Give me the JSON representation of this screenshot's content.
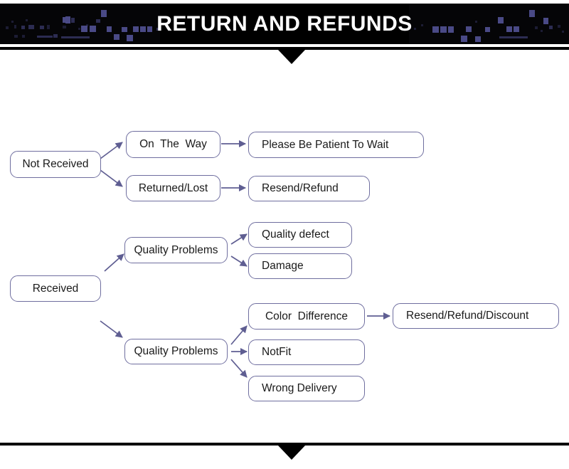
{
  "banner": {
    "title": "RETURN AND REFUNDS",
    "background_color": "#050507",
    "text_color": "#ffffff",
    "window_color": "#4a4a86"
  },
  "divider": {
    "top_rule_color": "#000000",
    "top_marker": "down-triangle",
    "bottom_rule_color": "#000000",
    "bottom_marker": "down-triangle"
  },
  "flow": {
    "node_border_color": "#6f6e9f",
    "arrow_color": "#5f5e92",
    "nodes": [
      {
        "id": "not-received",
        "label": "Not Received"
      },
      {
        "id": "on-the-way",
        "label": "On  The  Way"
      },
      {
        "id": "please-be-patient",
        "label": "Please Be Patient To Wait"
      },
      {
        "id": "returned-lost",
        "label": "Returned/Lost"
      },
      {
        "id": "resend-refund",
        "label": "Resend/Refund"
      },
      {
        "id": "received",
        "label": "Received"
      },
      {
        "id": "quality-problems-1",
        "label": "Quality Problems"
      },
      {
        "id": "quality-defect",
        "label": "Quality defect"
      },
      {
        "id": "damage",
        "label": "Damage"
      },
      {
        "id": "quality-problems-2",
        "label": "Quality Problems"
      },
      {
        "id": "color-difference",
        "label": "Color  Difference"
      },
      {
        "id": "notfit",
        "label": "NotFit"
      },
      {
        "id": "wrong-delivery",
        "label": "Wrong Delivery"
      },
      {
        "id": "resend-refund-discount",
        "label": "Resend/Refund/Discount"
      }
    ]
  }
}
